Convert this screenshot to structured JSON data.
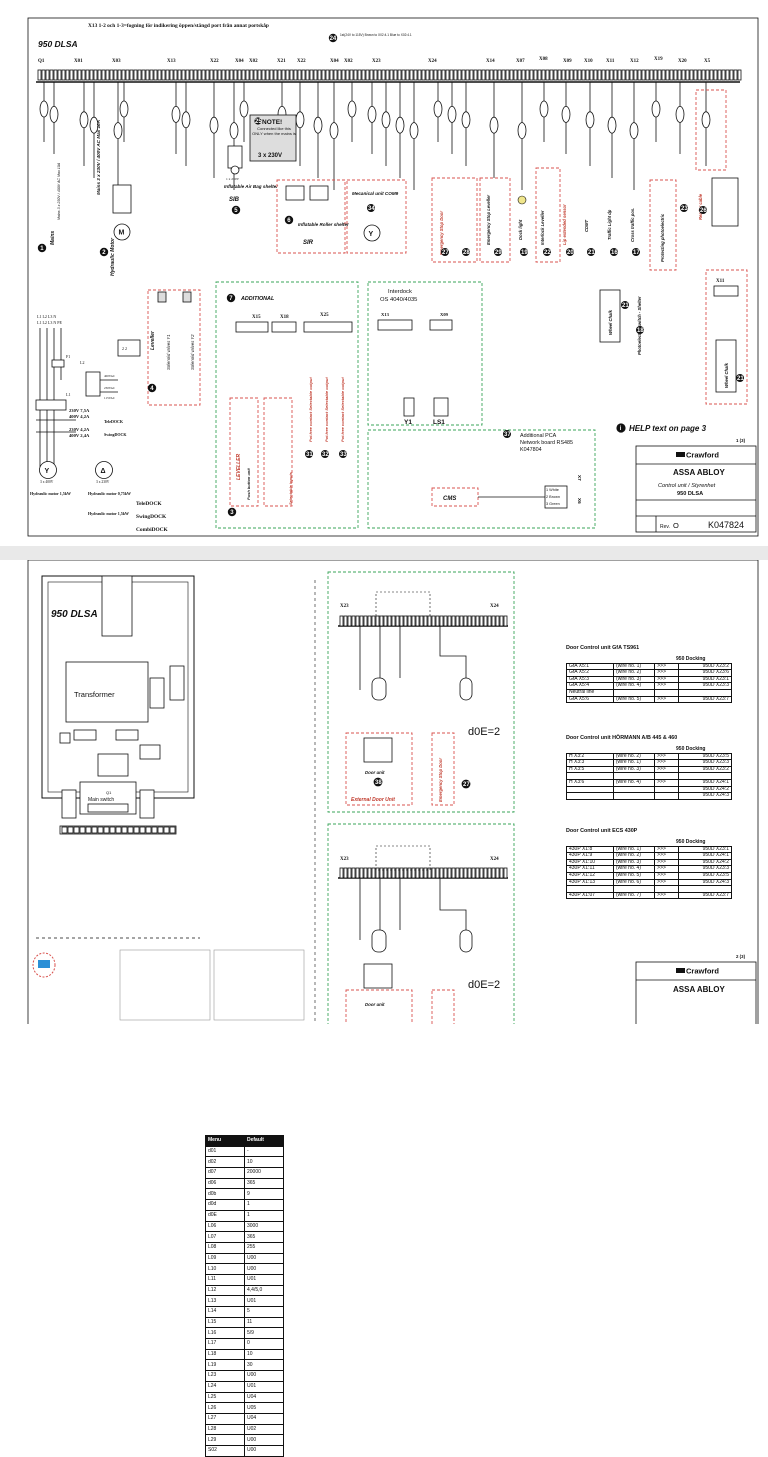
{
  "sheet1": {
    "heading": "X13 1-2 och 1-3=fogning för indikering öppen/stängd port från annat portskåp",
    "model": "950 DLSA",
    "terminal_labels": [
      "Q1",
      "X01",
      "X03",
      "X13",
      "X22",
      "X04",
      "X02",
      "X21",
      "X22",
      "X04",
      "X02",
      "X23",
      "X24",
      "X14",
      "X07",
      "X08",
      "X09",
      "X10",
      "X11",
      "X12",
      "X19",
      "X20",
      "X5"
    ],
    "note24": "1st(24V to 115V) Brown to X02:4.1 Blue to X02:4.1",
    "note_title": "NOTE!",
    "note_body": "Connected like this ONLY when the mains is",
    "note_volt": "3 x 230V",
    "labels": {
      "mains": "Mains",
      "mains_spec": "Mains 3 x 230V / 400V AC Max 10A",
      "motor": "Hydraulic Motor",
      "airbag": "Inflatable Air Bag shelter",
      "sib": "SIB",
      "roller": "Inflatable Roller shelter",
      "sir": "SIR",
      "mecanical": "Mecanical unit COM9",
      "interdock": "Interdock",
      "os": "OS 4040/4035",
      "leveller": "Leveller",
      "solenoid1": "Solenoid valves Y1",
      "solenoid2": "Solenoid valves Y2",
      "additional": "ADDITIONAL",
      "x15": "X15",
      "x18": "X18",
      "x25": "X25",
      "x13": "X13",
      "x09": "X09",
      "y1": "Y1",
      "ls1": "LS1",
      "leveller_box": "LEVELLER",
      "pushbutton": "Push button unit",
      "dock_light": "Dock light",
      "interlock": "Interlock Leveller",
      "lip_extended": "Lip extended sensor",
      "cdmt": "CDMT",
      "traffic": "Traffic Light dp",
      "cross": "Cross traffic pos.",
      "photoelectric": "Photoelectric switch - Shelter",
      "protecting": "Protecting photoelectric",
      "reader": "Reader cable",
      "wheel1": "Wheel Chalk",
      "wheel2": "Wheel Chalk",
      "emergency": "Emergency Stop Door",
      "emergency2": "Emergency Stop Leveller",
      "pot1": "Pot.free contact Selectable output",
      "pot2": "Pot.free contact Selectable output",
      "pot3": "Pot.free contact Selectable output",
      "selectable": "Selectable inputs",
      "one_phase": "1 x 230V",
      "pca1": "Additional PCA",
      "pca2": "Network board RS485",
      "pca3": "K047804",
      "cms": "CMS",
      "wire1": "1 White",
      "wire2": "2 Brown",
      "wire3": "3 Green",
      "xa": "X7",
      "xb": "X6",
      "help": "HELP text on page 3",
      "page": "1 (3)",
      "brand": "Crawford",
      "assa": "ASSA ABLOY",
      "control": "Control unit / Styrenhet",
      "model2": "950 DLSA",
      "rev_label": "Rev.",
      "rev": "O",
      "doc": "K047824",
      "v1": "230V 7,5A",
      "v2": "400V 4,2A",
      "v3": "230V 4,2A",
      "v4": "400V 2,4A",
      "teledock": "TeleDOCK",
      "swingdock": "SwingDOCK",
      "combidock": "CombiDOCK",
      "motor_a": "Hydraulic motor 1,5kW",
      "motor_b": "Hydraulic motor 0,75kW",
      "motor_c": "Hydraulic motor 1,5kW",
      "three": "3 x 400V",
      "three2": "3 x 230V",
      "l123n": "L1 L2 L3 N",
      "l123npe": "L1 L2 L3 N PE"
    }
  },
  "sheet2": {
    "model": "950 DLSA",
    "transformer": "Transformer",
    "main_switch": "Main switch",
    "q1": "Q1",
    "menu_header": [
      "Menu",
      "Default"
    ],
    "menu_rows": [
      [
        "d01",
        "-"
      ],
      [
        "d02",
        "10"
      ],
      [
        "d07",
        "20000"
      ],
      [
        "d06",
        "365"
      ],
      [
        "d0b",
        "9"
      ],
      [
        "d0d",
        "1"
      ],
      [
        "d0E",
        "1"
      ],
      [
        "L06",
        "3000"
      ],
      [
        "L07",
        "365"
      ],
      [
        "L08",
        "255"
      ],
      [
        "L09",
        "U00"
      ],
      [
        "L10",
        "U00"
      ],
      [
        "L11",
        "U01"
      ],
      [
        "L12",
        "4,4/5,0"
      ],
      [
        "L13",
        "U01"
      ],
      [
        "L14",
        "5"
      ],
      [
        "L15",
        "11"
      ],
      [
        "L16",
        "5/9"
      ],
      [
        "L17",
        "0"
      ],
      [
        "L18",
        "10"
      ],
      [
        "L19",
        "30"
      ],
      [
        "L23",
        "U00"
      ],
      [
        "L24",
        "U01"
      ],
      [
        "L25",
        "U04"
      ],
      [
        "L26",
        "U05"
      ],
      [
        "L27",
        "U04"
      ],
      [
        "L28",
        "U02"
      ],
      [
        "L29",
        "U00"
      ],
      [
        "S02",
        "U00"
      ]
    ],
    "x23": "X23",
    "x24": "X24",
    "d0e": "d0E=2",
    "door_unit": "Door unit",
    "external_door": "External Door Unit",
    "emergency": "Emergency Stop Door",
    "tables": [
      {
        "title": "Door Control unit GfA TS961",
        "col": "950 Docking",
        "rows": [
          [
            "GfA X5:1",
            "(wire no. 1)",
            ">>>",
            "950D X23:2"
          ],
          [
            "GfA X5:2",
            "(wire no. 2)",
            ">>>",
            "950D X23:6"
          ],
          [
            "GfA X5:3",
            "(wire no. 3)",
            ">>>",
            "950D X23:1"
          ],
          [
            "GfA X5:4",
            "(wire no. 4)",
            ">>>",
            "950D X23:3"
          ],
          [
            "Neutral line",
            "",
            "",
            ""
          ],
          [
            "GfA X5:6",
            "(wire no. 5)",
            ">>>",
            "950D X23:7"
          ]
        ]
      },
      {
        "title": "Door Control unit HÖRMANN A/B 445 & 460",
        "col": "950 Docking",
        "rows": [
          [
            "H X3:2",
            "(wire no. 2)",
            ">>>",
            "950D X23:5"
          ],
          [
            "H X3:3",
            "(wire no. 1)",
            ">>>",
            "950D X23:3"
          ],
          [
            "H X3:5",
            "(wire no. 3)",
            ">>>",
            "950D X23:2"
          ],
          [
            "",
            "",
            "",
            ""
          ],
          [
            "H X3:6",
            "(wire no. 4)",
            ">>>",
            "950D X24:1"
          ],
          [
            "",
            "",
            "",
            "950D X24:2"
          ],
          [
            "",
            "",
            "",
            "950D X24:3"
          ]
        ]
      },
      {
        "title": "Door Control unit ECS 430P",
        "col": "950 Docking",
        "rows": [
          [
            "430P X1:8",
            "(wire no. 1)",
            ">>>",
            "950D X23:1"
          ],
          [
            "430P X1:9",
            "(wire no. 2)",
            ">>>",
            "950D X24:1"
          ],
          [
            "430P X1:10",
            "(wire no. 3)",
            ">>>",
            "950D X24:2"
          ],
          [
            "430P X1:11",
            "(wire no. 4)",
            ">>>",
            "950D X23:3"
          ],
          [
            "430P X1:12",
            "(wire no. 5)",
            ">>>",
            "950D X23:5"
          ],
          [
            "430P X1:13",
            "(wire no. 6)",
            ">>>",
            "950D X24:3"
          ],
          [
            "",
            "",
            "",
            ""
          ],
          [
            "430P X1:07",
            "(wire no. 7)",
            ">>>",
            "950D X23:7"
          ]
        ]
      }
    ],
    "page": "2 (3)",
    "brand": "Crawford",
    "assa": "ASSA ABLOY"
  },
  "colors": {
    "red_dash": "#d9534f",
    "green_dash": "#3aa55a",
    "dark": "#111111",
    "annotation_red": "#c0392b"
  }
}
